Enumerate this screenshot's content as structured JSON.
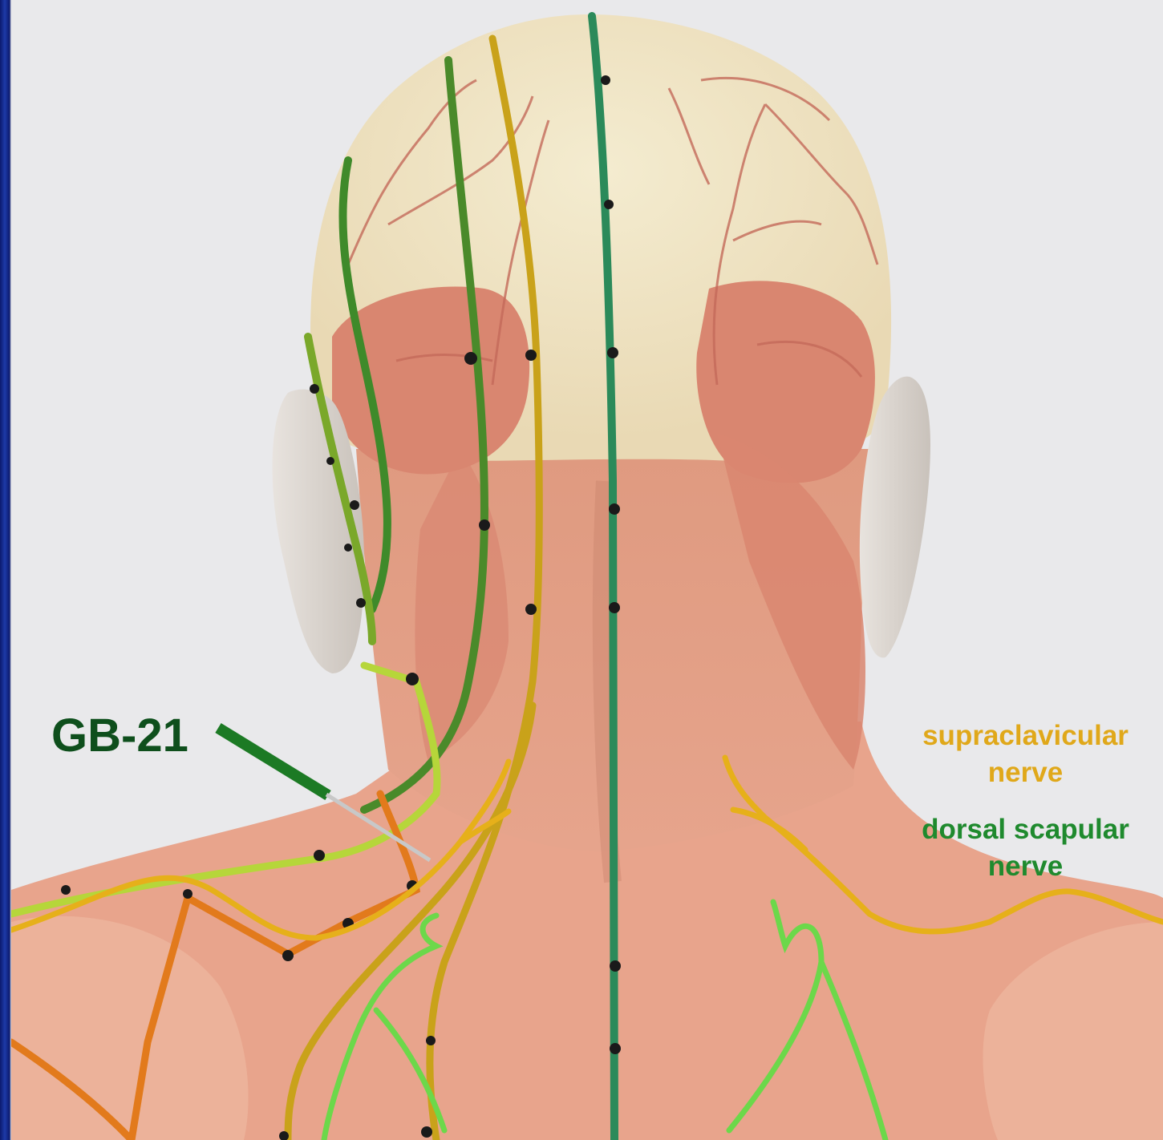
{
  "acupoint_label": "GB-21",
  "nerve_labels": [
    {
      "text": "supraclavicular nerve",
      "line1": "supraclavicular",
      "line2": "nerve",
      "color": "#e0a81a"
    },
    {
      "text": "dorsal scapular nerve",
      "line1": "dorsal scapular",
      "line2": "nerve",
      "color": "#1f8a2e"
    }
  ],
  "colors": {
    "background": "#e9e9eb",
    "frame": "#1a2a8a",
    "skin": "#e8a88f",
    "muscle": "#d98670",
    "meridian_green": "#2f8a3a",
    "meridian_olive": "#6a9a1e",
    "meridian_yellow": "#c9a21a",
    "meridian_orange": "#e27a1c",
    "meridian_lime": "#b6d63a",
    "governor_vessel": "#2b8a5a",
    "nerve_yellow": "#e6b01a",
    "nerve_green": "#6cd84a",
    "needle": "#1c7a24",
    "needle_shaft": "#c8c8c8"
  }
}
